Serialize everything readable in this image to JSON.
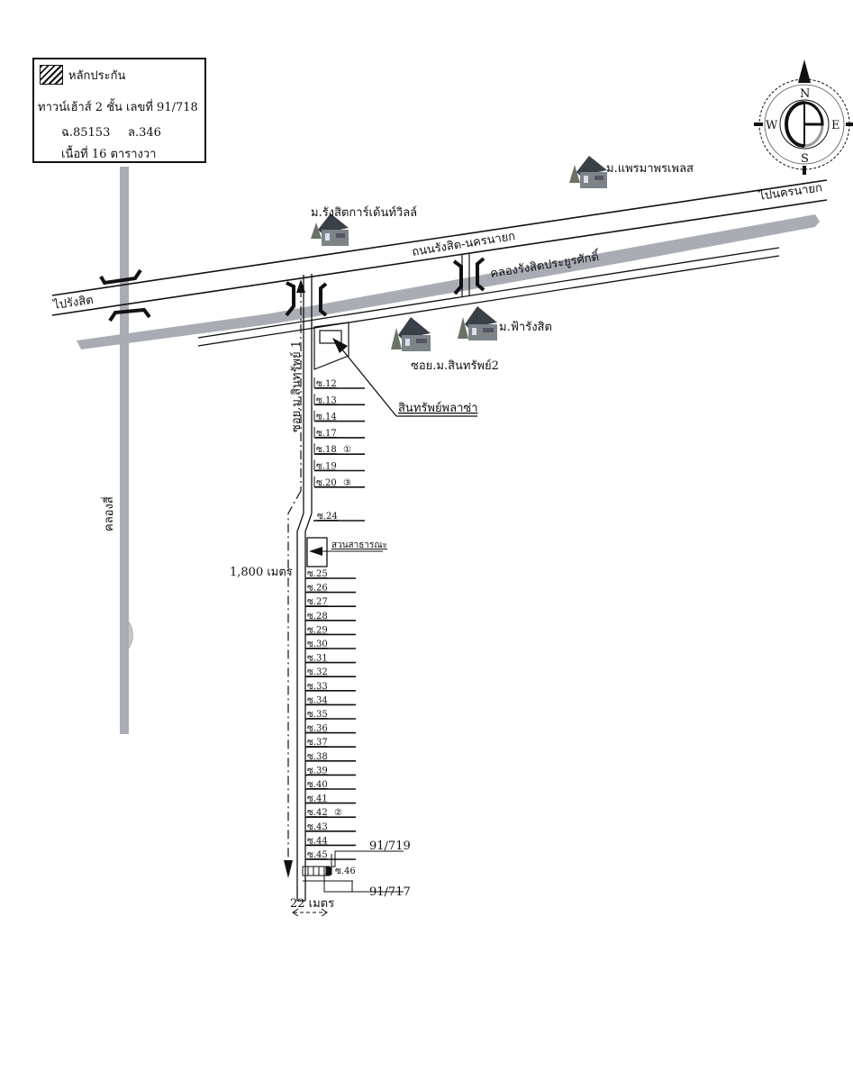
{
  "legend": {
    "title": "หลักประกัน",
    "property": "ทาวน์เฮ้าส์ 2 ชั้น เลขที่ 91/718",
    "deed": "ฉ.85153",
    "land_no": "ล.346",
    "area": "เนื้อที่ 16 ตารางวา"
  },
  "compass": {
    "n": "N",
    "s": "S",
    "e": "E",
    "w": "W"
  },
  "roads": {
    "main": "ถนนรังสิต-นครนายก",
    "to_rangsit": "ไปรังสิต",
    "to_nakhon_nayok": "ไปนครนายก",
    "soi1": "ซอย.ม.สินทรัพย์ 1",
    "soi2": "ซอย.ม.สินทรัพย์2"
  },
  "canals": {
    "main": "คลองรังสิตประยูรศักดิ์",
    "side": "คลองสี่"
  },
  "villages": [
    {
      "name": "ม.รังสิตการ์เด้นท์วิลล์"
    },
    {
      "name": "ม.แพรมาพรเพลส"
    },
    {
      "name": "ม.ฟ้ารังสิต"
    },
    {
      "name": ""
    }
  ],
  "landmarks": {
    "plaza": "สินทรัพย์พลาซ่า",
    "park": "สวนสาธารณะ"
  },
  "distances": {
    "length": "1,800 เมตร",
    "width": "22 เมตร"
  },
  "sois_upper": [
    {
      "label": "ซ.12",
      "mark": ""
    },
    {
      "label": "ซ.13",
      "mark": ""
    },
    {
      "label": "ซ.14",
      "mark": ""
    },
    {
      "label": "ซ.17",
      "mark": ""
    },
    {
      "label": "ซ.18",
      "mark": "①"
    },
    {
      "label": "ซ.19",
      "mark": ""
    },
    {
      "label": "ซ.20",
      "mark": "③"
    },
    {
      "label": "ซ.24",
      "mark": ""
    }
  ],
  "sois_lower": [
    {
      "label": "ซ.25",
      "mark": ""
    },
    {
      "label": "ซ.26",
      "mark": ""
    },
    {
      "label": "ซ.27",
      "mark": ""
    },
    {
      "label": "ซ.28",
      "mark": ""
    },
    {
      "label": "ซ.29",
      "mark": ""
    },
    {
      "label": "ซ.30",
      "mark": ""
    },
    {
      "label": "ซ.31",
      "mark": ""
    },
    {
      "label": "ซ.32",
      "mark": ""
    },
    {
      "label": "ซ.33",
      "mark": ""
    },
    {
      "label": "ซ.34",
      "mark": ""
    },
    {
      "label": "ซ.35",
      "mark": ""
    },
    {
      "label": "ซ.36",
      "mark": ""
    },
    {
      "label": "ซ.37",
      "mark": ""
    },
    {
      "label": "ซ.38",
      "mark": ""
    },
    {
      "label": "ซ.39",
      "mark": ""
    },
    {
      "label": "ซ.40",
      "mark": ""
    },
    {
      "label": "ซ.41",
      "mark": ""
    },
    {
      "label": "ซ.42",
      "mark": "②"
    },
    {
      "label": "ซ.43",
      "mark": ""
    },
    {
      "label": "ซ.44",
      "mark": ""
    },
    {
      "label": "ซ.45",
      "mark": ""
    },
    {
      "label": "ซ.46",
      "mark": ""
    }
  ],
  "neighbors": {
    "upper": "91/719",
    "lower": "91/717"
  },
  "colors": {
    "canal": "#a9adb3",
    "ink": "#111111"
  }
}
